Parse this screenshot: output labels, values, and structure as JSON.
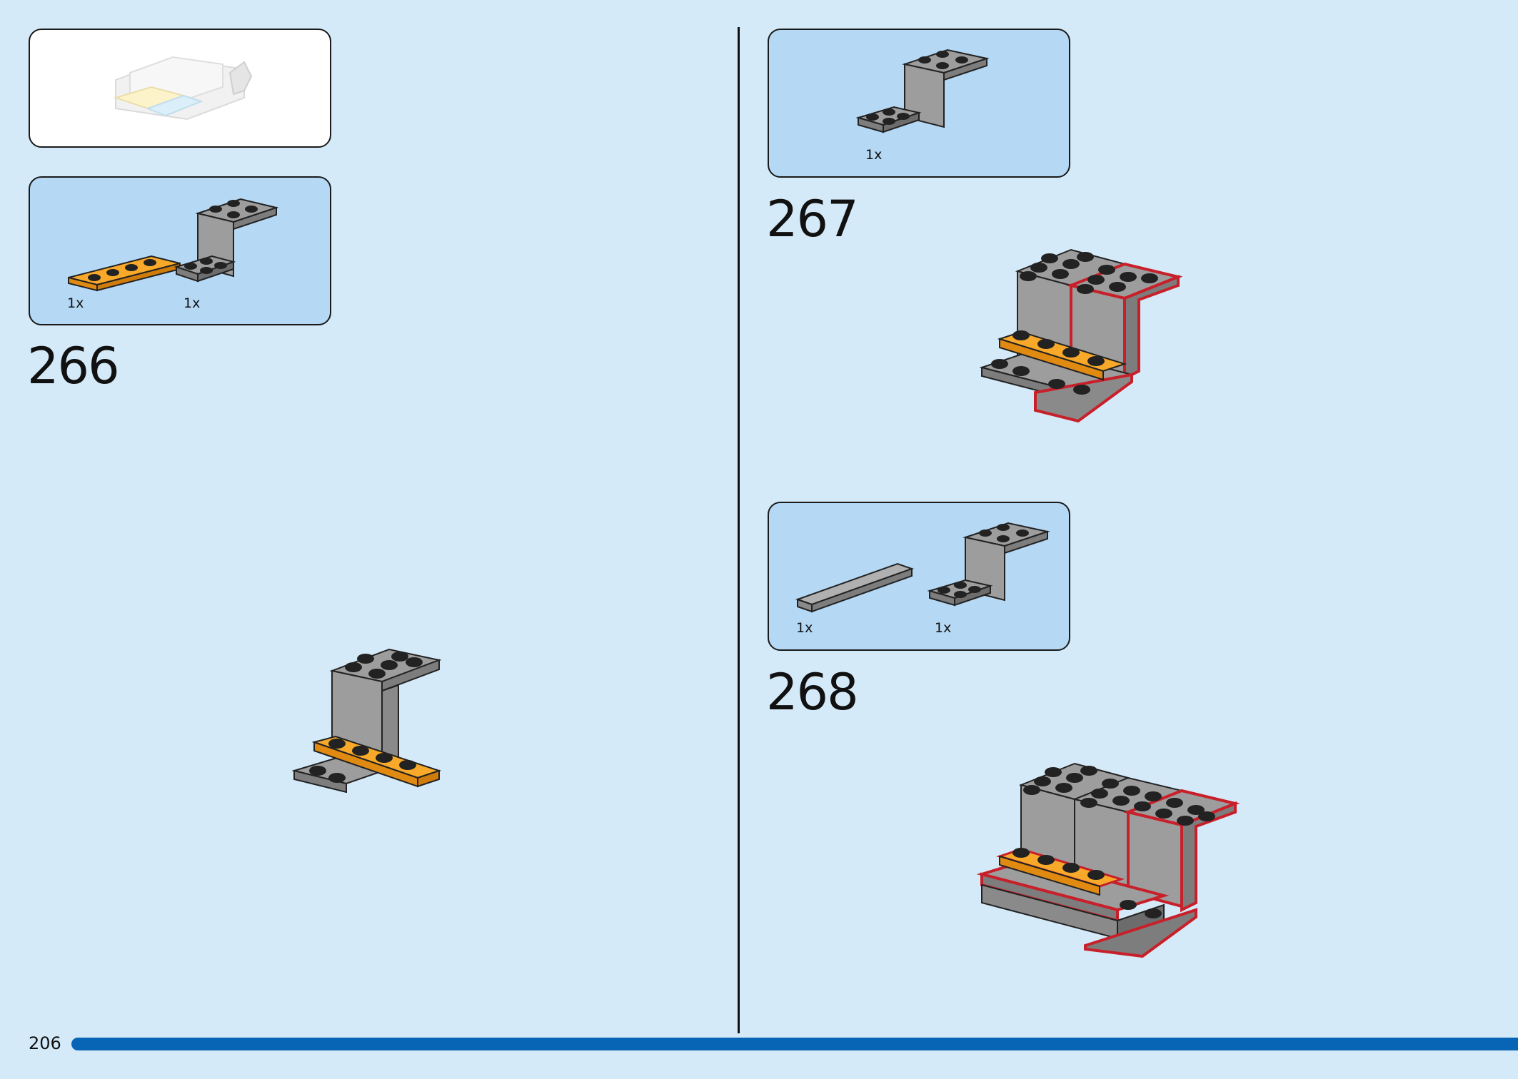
{
  "page": {
    "number": "206"
  },
  "steps": [
    {
      "number": "266",
      "parts": [
        {
          "qty": "1x"
        },
        {
          "qty": "1x"
        }
      ]
    },
    {
      "number": "267",
      "parts": [
        {
          "qty": "1x"
        }
      ]
    },
    {
      "number": "268",
      "parts": [
        {
          "qty": "1x"
        },
        {
          "qty": "1x"
        }
      ]
    }
  ],
  "colors": {
    "background": "#d5eaf8",
    "callout": "#b5d8f4",
    "progress": "#0864b5",
    "brick_orange": "#f8a92a",
    "brick_grey": "#9d9d9d",
    "highlight": "#c8202a"
  }
}
